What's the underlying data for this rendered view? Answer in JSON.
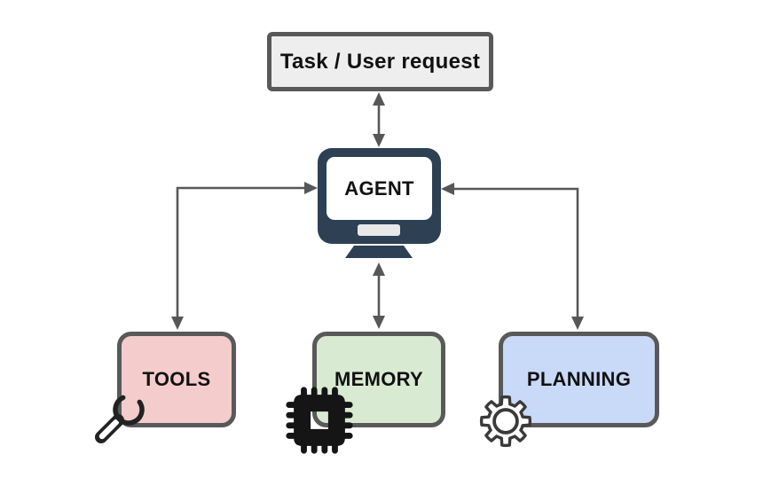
{
  "diagram": {
    "nodes": {
      "task": {
        "label": "Task / User request",
        "fill": "#eeeeee"
      },
      "agent": {
        "label": "AGENT",
        "fill": "#2d4054"
      },
      "tools": {
        "label": "TOOLS",
        "fill": "#f4cccc"
      },
      "memory": {
        "label": "MEMORY",
        "fill": "#d9ead3"
      },
      "planning": {
        "label": "PLANNING",
        "fill": "#c9daf8"
      }
    },
    "connectors": [
      {
        "from": "task",
        "to": "agent",
        "style": "double-arrow-straight"
      },
      {
        "from": "agent",
        "to": "tools",
        "style": "double-arrow-elbow"
      },
      {
        "from": "agent",
        "to": "planning",
        "style": "double-arrow-elbow"
      },
      {
        "from": "agent",
        "to": "memory",
        "style": "double-arrow-straight"
      }
    ],
    "icons": {
      "tools": "wrench-icon",
      "memory": "chip-icon",
      "planning": "gear-icon",
      "agent": "monitor-icon"
    },
    "colors": {
      "background": "#ffffff",
      "outline_gray": "#595959",
      "arrow_gray": "#575757",
      "text_black": "#111111",
      "icon_black": "#151515",
      "gear_gray": "#3a3a3a",
      "monitor_navy": "#2d4054",
      "monitor_slot": "#e8e8e8"
    }
  }
}
